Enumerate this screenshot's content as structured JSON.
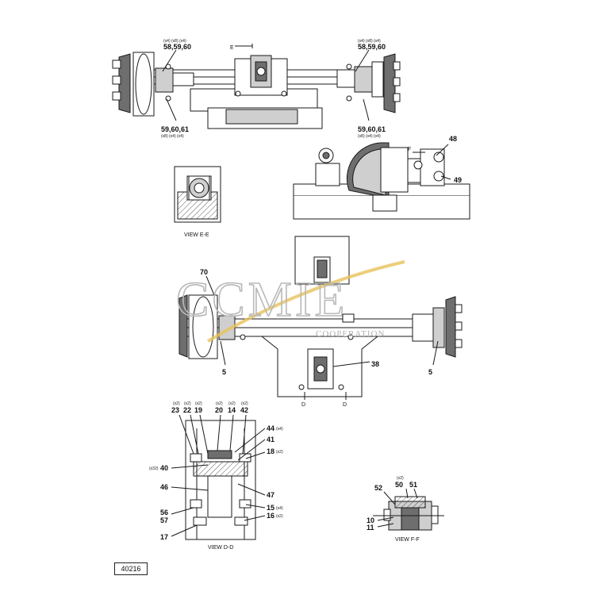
{
  "watermark": {
    "logo_text": "CCMIE",
    "sub_text": "COOPERATION"
  },
  "drawing_code": "40216",
  "top_view": {
    "callout_tl": {
      "qty": "(x4)  (x8)  (x4)",
      "parts": "58,59,60"
    },
    "callout_tr": {
      "qty": "(x4)  (x8)  (x4)",
      "parts": "58,59,60"
    },
    "callout_bl": {
      "parts": "59,60,61",
      "qty": "(x8)  (x4)  (x4)"
    },
    "callout_br": {
      "parts": "59,60,61",
      "qty": "(x8)  (x4)  (x4)"
    },
    "section_mark": "E"
  },
  "right_view": {
    "labels": [
      "48",
      "49"
    ],
    "section_mark": "F"
  },
  "view_ee": {
    "caption": "VIEW E-E"
  },
  "mid_view": {
    "labels": [
      "70",
      "5",
      "5",
      "38"
    ],
    "section_marks": [
      "D",
      "D"
    ]
  },
  "view_dd": {
    "caption": "VIEW D-D",
    "top_qty": [
      "(x2)",
      "(x2)",
      "(x2)",
      "(x2)",
      "(x2)",
      "(x2)"
    ],
    "top_parts": [
      "23",
      "22",
      "19",
      "20",
      "14",
      "42"
    ],
    "right_parts": [
      {
        "part": "44",
        "qty": "(x4)"
      },
      {
        "part": "41",
        "qty": ""
      },
      {
        "part": "18",
        "qty": "(x2)"
      },
      {
        "part": "47",
        "qty": ""
      },
      {
        "part": "15",
        "qty": "(x4)"
      },
      {
        "part": "16",
        "qty": "(x2)"
      }
    ],
    "left_parts": [
      {
        "part": "40",
        "qty": "(x32)"
      },
      {
        "part": "46",
        "qty": ""
      },
      {
        "part": "56",
        "qty": ""
      },
      {
        "part": "57",
        "qty": ""
      },
      {
        "part": "17",
        "qty": ""
      }
    ]
  },
  "view_ff": {
    "caption": "VIEW F-F",
    "qty": "(x2)",
    "parts": [
      "52",
      "50",
      "51",
      "10",
      "11"
    ]
  }
}
